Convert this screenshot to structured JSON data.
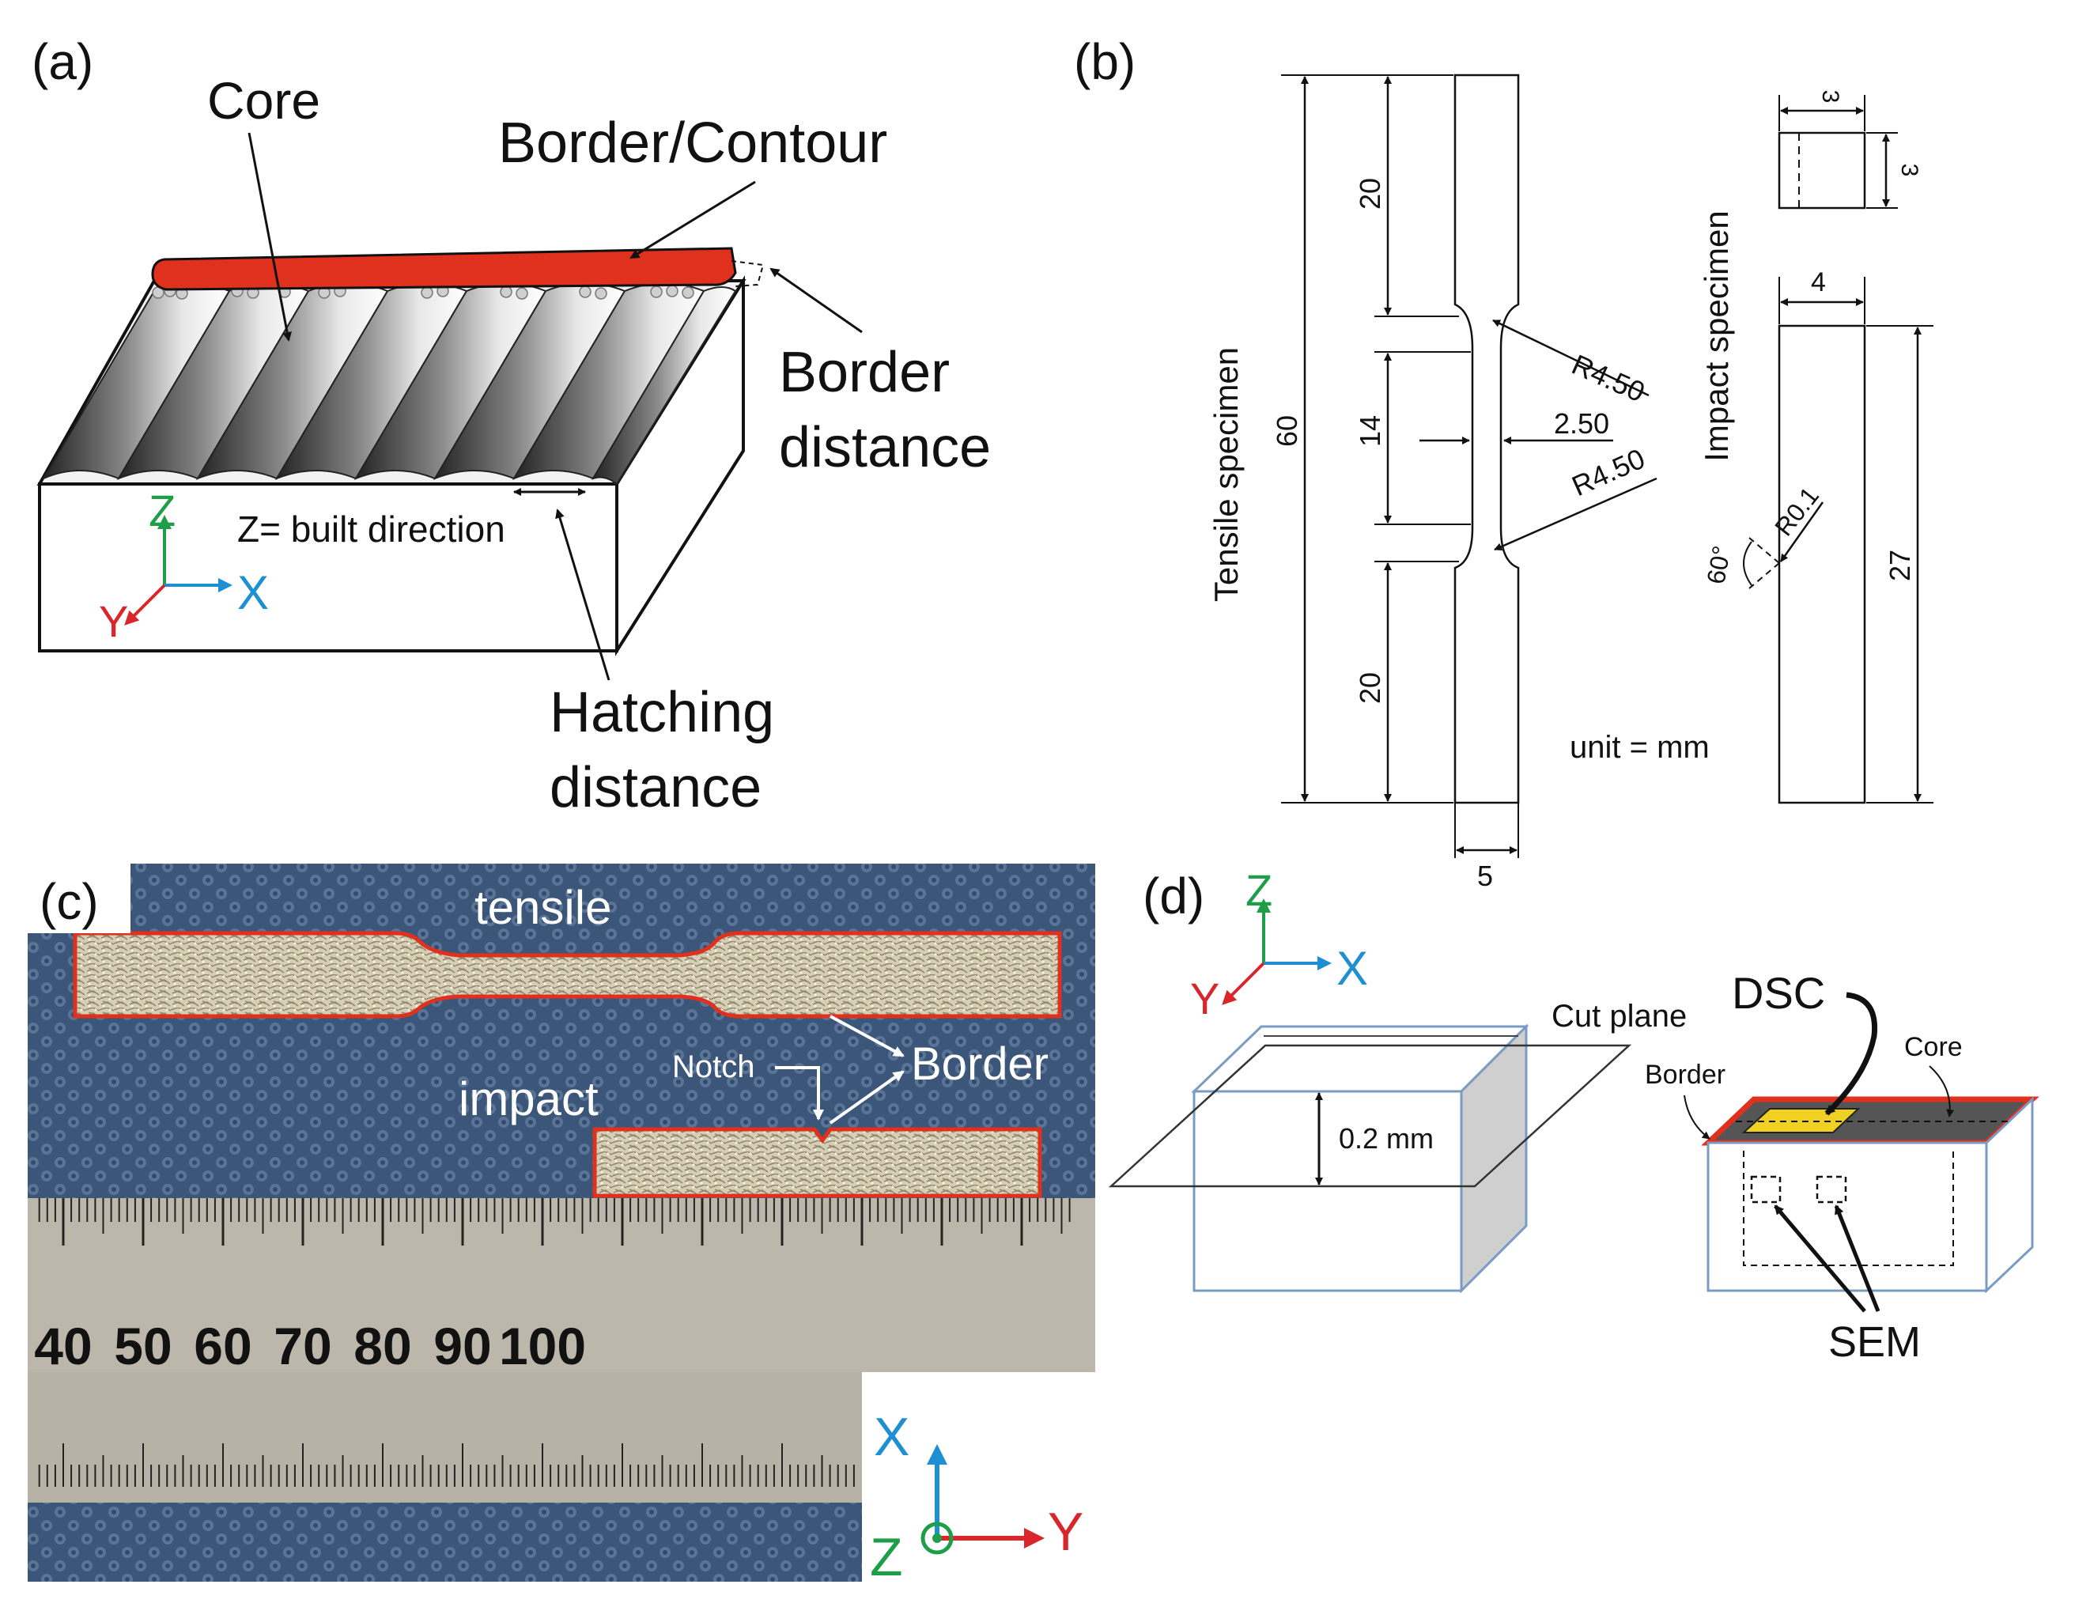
{
  "panels": {
    "a": {
      "label": "(a)",
      "core": "Core",
      "border_contour": "Border/Contour",
      "border_distance_1": "Border",
      "border_distance_2": "distance",
      "axis_z": "Z",
      "axis_x": "X",
      "axis_y": "Y",
      "built_direction": "Z= built direction",
      "hatching_1": "Hatching",
      "hatching_2": "distance"
    },
    "b": {
      "label": "(b)",
      "tensile_title": "Tensile specimen",
      "impact_title": "Impact specimen",
      "dim_60": "60",
      "dim_20_top": "20",
      "dim_14": "14",
      "dim_20_bottom": "20",
      "dim_r450_top": "R4.50",
      "dim_250": "2.50",
      "dim_r450_bottom": "R4.50",
      "dim_5": "5",
      "dim_3_width": "3",
      "dim_3_height": "3",
      "dim_4": "4",
      "dim_27": "27",
      "dim_60deg": "60°",
      "dim_r01": "R0.1",
      "unit": "unit = mm"
    },
    "c": {
      "label": "(c)",
      "tensile": "tensile",
      "impact": "impact",
      "notch": "Notch",
      "border": "Border",
      "ruler_ticks": [
        "40",
        "50",
        "60",
        "70",
        "80",
        "90",
        "100"
      ],
      "axis_x": "X",
      "axis_y": "Y",
      "axis_z": "Z"
    },
    "d": {
      "label": "(d)",
      "axis_z": "Z",
      "axis_x": "X",
      "axis_y": "Y",
      "cut_plane": "Cut plane",
      "thickness": "0.2 mm",
      "dsc": "DSC",
      "core": "Core",
      "border": "Border",
      "sem": "SEM"
    }
  },
  "colors": {
    "contour_red": "#e0301e",
    "axis_green": "#1f9e4a",
    "axis_blue": "#1e8fd0",
    "axis_red": "#d8262a",
    "dsc_yellow": "#f0d020",
    "fabric_blue": "#3a5578",
    "ruler": "#b8b2a6"
  }
}
